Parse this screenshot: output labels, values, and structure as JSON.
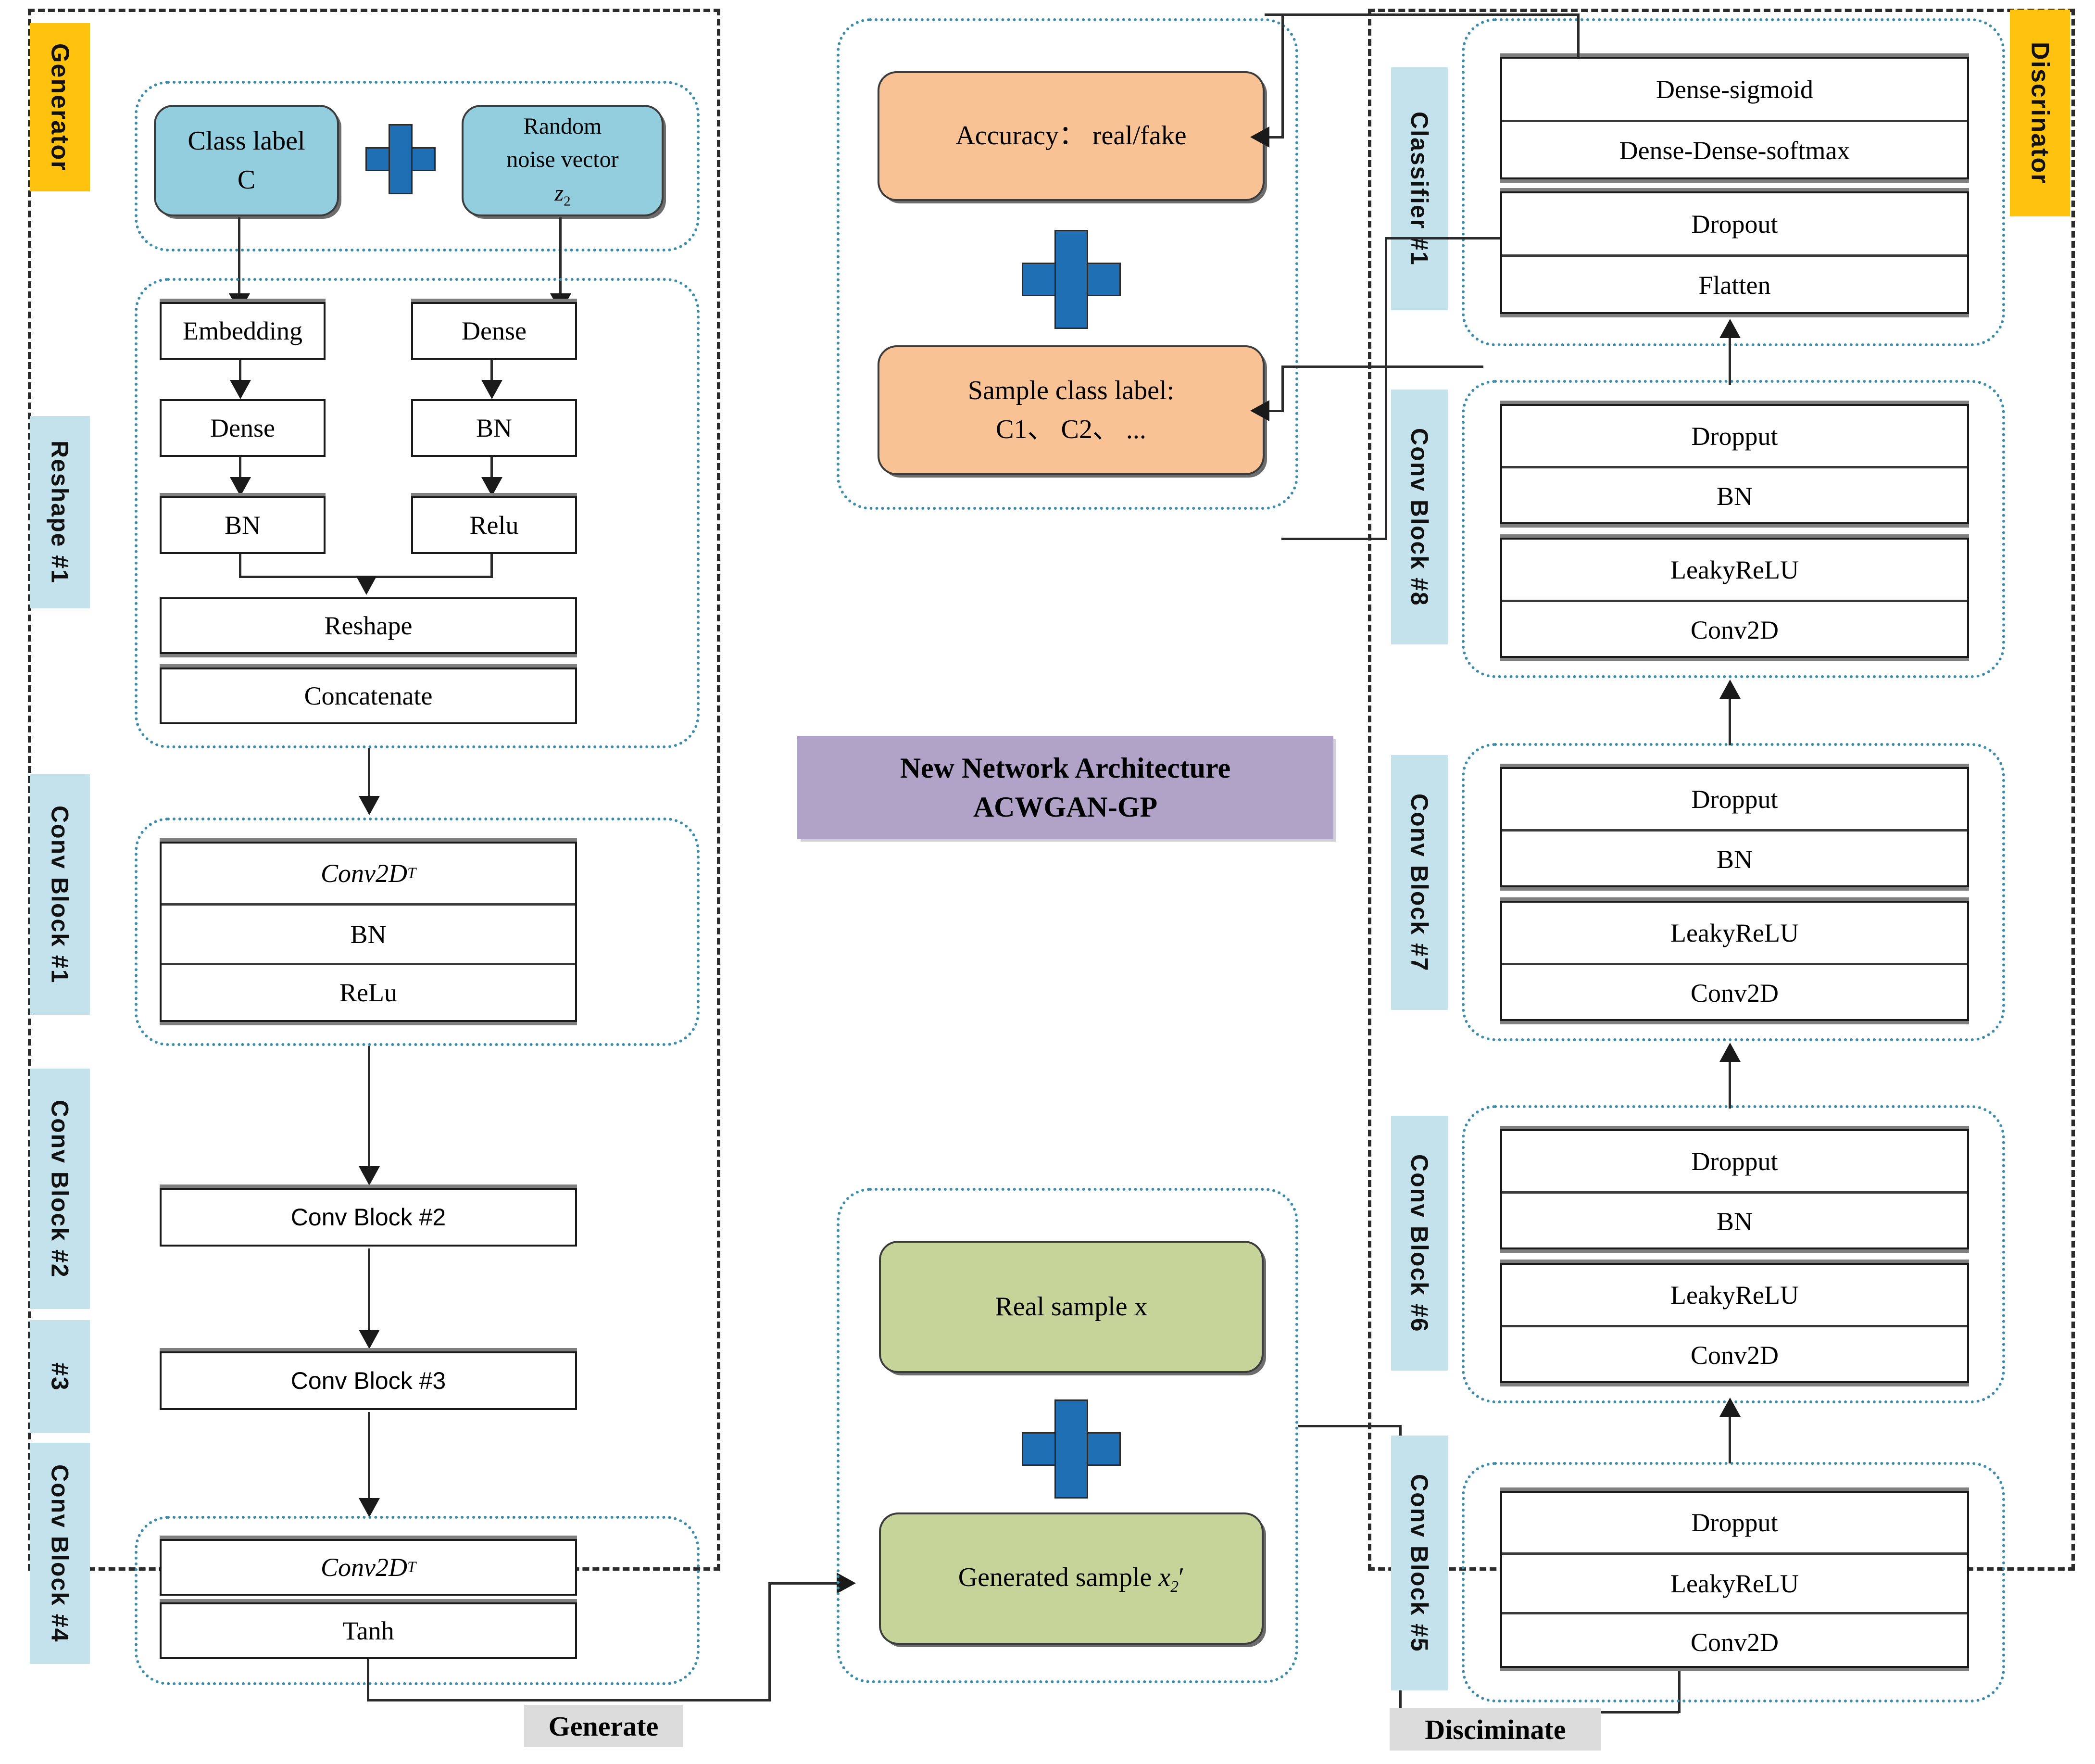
{
  "diagram": {
    "title_line1": "New Network Architecture",
    "title_line2": "ACWGAN-GP",
    "generator_tag": "Generator",
    "discriminator_tag": "Discrinator",
    "generate_caption": "Generate",
    "discriminate_caption": "Disciminate",
    "colors": {
      "gold_tag": "#ffc20e",
      "light_blue_tag": "#c4e2ec",
      "blue_node": "#92cedd",
      "orange_node": "#f9c294",
      "green_node": "#c6d49a",
      "purple_plate": "#b1a2c7",
      "plus_blue": "#1f6fb4",
      "dotted_border": "#3d8ca8",
      "caption_bg": "#dcdcdc"
    }
  },
  "generator": {
    "inputs": {
      "class_label_line1": "Class label",
      "class_label_line2": "C",
      "noise_line1": "Random",
      "noise_line2": "noise vector",
      "noise_symbol": "z",
      "noise_subscript": "2",
      "plus_icon": "plus-icon"
    },
    "side_tags": [
      {
        "label": "Reshape #1"
      },
      {
        "label": "Conv Block #1"
      },
      {
        "label": "Conv Block #2"
      },
      {
        "label": "#3"
      },
      {
        "label": "Conv Block #4"
      }
    ],
    "reshape_block": {
      "left_column": [
        "Embedding",
        "Dense",
        "BN"
      ],
      "right_column": [
        "Dense",
        "BN",
        "Relu"
      ],
      "merge_rows": [
        "Reshape",
        "Concatenate"
      ]
    },
    "conv_block_1": {
      "rows": [
        "Conv2D",
        "BN",
        "ReLu"
      ],
      "transpose_marker": "T"
    },
    "conv_block_2_label": "Conv Block #2",
    "conv_block_3_label": "Conv Block #3",
    "conv_block_4": {
      "rows": [
        "Conv2D",
        "Tanh"
      ],
      "transpose_marker": "T"
    }
  },
  "middle": {
    "outputs": {
      "accuracy": "Accuracy：  real/fake",
      "sample_label_line1": "Sample class label:",
      "sample_label_line2": "C1、 C2、 ...",
      "plus_icon": "plus-icon"
    },
    "samples": {
      "real": "Real sample x",
      "generated_prefix": "Generated sample ",
      "generated_symbol": "x",
      "generated_subscript": "2",
      "generated_prime": "′",
      "plus_icon": "plus-icon"
    }
  },
  "discriminator": {
    "side_tags": [
      {
        "label": "Classifier #1"
      },
      {
        "label": "Conv Block #8"
      },
      {
        "label": "Conv Block #7"
      },
      {
        "label": "Conv Block #6"
      },
      {
        "label": "Conv Block #5"
      }
    ],
    "classifier_1": {
      "group_a": [
        "Dense-sigmoid",
        "Dense-Dense-softmax"
      ],
      "group_b": [
        "Dropout",
        "Flatten"
      ]
    },
    "conv_block_8": {
      "group_a": [
        "Dropput",
        "BN"
      ],
      "group_b": [
        "LeakyReLU",
        "Conv2D"
      ]
    },
    "conv_block_7": {
      "group_a": [
        "Dropput",
        "BN"
      ],
      "group_b": [
        "LeakyReLU",
        "Conv2D"
      ]
    },
    "conv_block_6": {
      "group_a": [
        "Dropput",
        "BN"
      ],
      "group_b": [
        "LeakyReLU",
        "Conv2D"
      ]
    },
    "conv_block_5": {
      "group_a": [
        "Dropput",
        "LeakyReLU",
        "Conv2D"
      ]
    }
  }
}
